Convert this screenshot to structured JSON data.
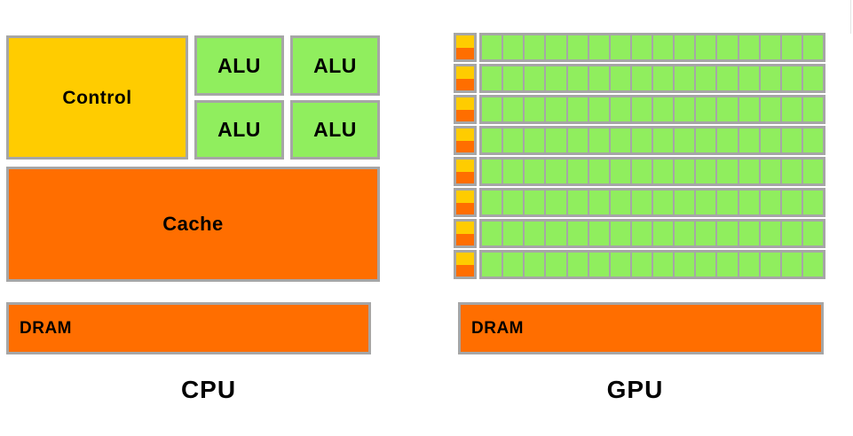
{
  "figure": {
    "title": "CPU versus GPU architecture block diagram",
    "colors": {
      "control_yellow": "#ffcc00",
      "memory_orange": "#ff6e00",
      "alu_green": "#90ee5e",
      "border_gray": "#a6a6a6",
      "background": "#ffffff",
      "text": "#000000"
    }
  },
  "cpu": {
    "caption": "CPU",
    "control": {
      "label": "Control"
    },
    "alus": [
      {
        "label": "ALU"
      },
      {
        "label": "ALU"
      },
      {
        "label": "ALU"
      },
      {
        "label": "ALU"
      }
    ],
    "cache": {
      "label": "Cache"
    },
    "dram": {
      "label": "DRAM"
    }
  },
  "gpu": {
    "caption": "GPU",
    "dram": {
      "label": "DRAM"
    },
    "core_grid": {
      "rows": 8,
      "cells_per_row": 16,
      "row_control_segments": [
        "control-yellow",
        "cache-orange"
      ]
    }
  }
}
